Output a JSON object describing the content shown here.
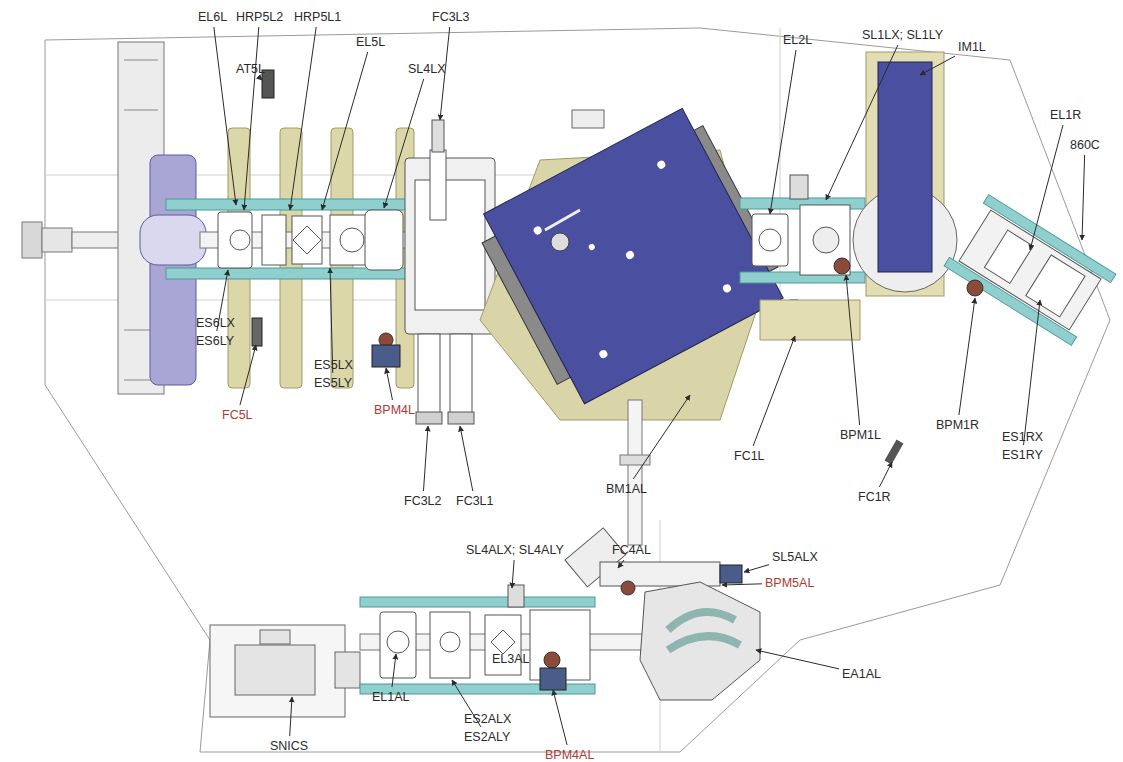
{
  "diagram": {
    "labels": [
      "EL6L",
      "HRP5L2",
      "HRP5L1",
      "EL5L",
      "FC3L3",
      "AT5L",
      "SL4LX",
      "EL2L",
      "SL1LX; SL1LY",
      "IM1L",
      "EL1R",
      "860C",
      "ES6LX",
      "ES6LY",
      "FC5L",
      "ES5LX",
      "ES5LY",
      "BPM4L",
      "FC3L2",
      "FC3L1",
      "BM1AL",
      "FC1L",
      "BPM1L",
      "FC1R",
      "BPM1R",
      "ES1RX",
      "ES1RY",
      "SL4ALX; SL4ALY",
      "FC4AL",
      "SL5ALX",
      "BPM5AL",
      "EA1AL",
      "SNICS",
      "EL1AL",
      "ES2ALX",
      "ES2ALY",
      "EL3AL",
      "BPM4AL"
    ]
  }
}
